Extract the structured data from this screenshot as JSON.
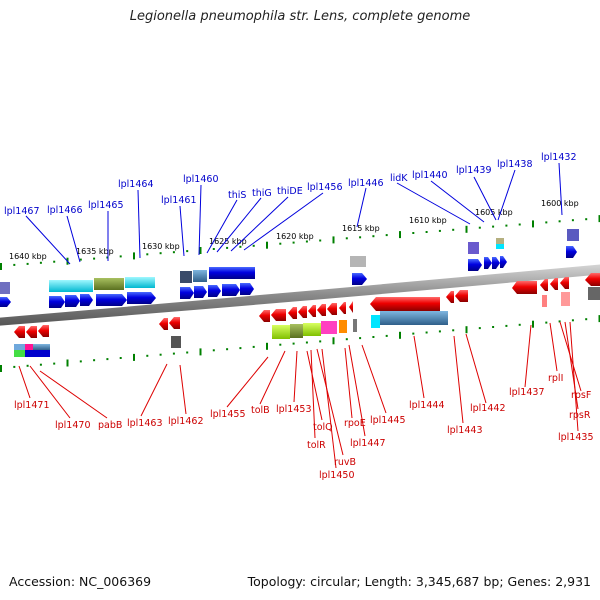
{
  "title": "Legionella pneumophila str. Lens, complete genome",
  "footer": {
    "accession": "Accession: NC_006369",
    "topology": "Topology: circular; Length: 3,345,687 bp; Genes: 2,931"
  },
  "colors": {
    "forward_gene": "#0000dd",
    "reverse_gene": "#dd0000",
    "backbone": "#808080",
    "tick": "#008000"
  },
  "scale_labels": [
    "1640 kbp",
    "1635 kbp",
    "1630 kbp",
    "1625 kbp",
    "1620 kbp",
    "1615 kbp",
    "1610 kbp",
    "1605 kbp",
    "1600 kbp"
  ],
  "forward_labels": [
    "lpl1467",
    "lpl1466",
    "lpl1465",
    "lpl1464",
    "lpl1461",
    "lpl1460",
    "thiS",
    "thiG",
    "thiDE",
    "lpl1456",
    "lpl1446",
    "lidK",
    "lpl1440",
    "lpl1439",
    "lpl1438",
    "lpl1432"
  ],
  "reverse_labels": [
    "lpl1471",
    "lpl1470",
    "pabB",
    "lpl1463",
    "lpl1462",
    "lpl1455",
    "tolB",
    "lpl1453",
    "tolQ",
    "tolR",
    "ruvB",
    "lpl1450",
    "rpoE",
    "lpl1447",
    "lpl1445",
    "lpl1444",
    "lpl1443",
    "lpl1442",
    "lpl1437",
    "rplI",
    "rpsF",
    "rpsR",
    "lpl1435"
  ]
}
